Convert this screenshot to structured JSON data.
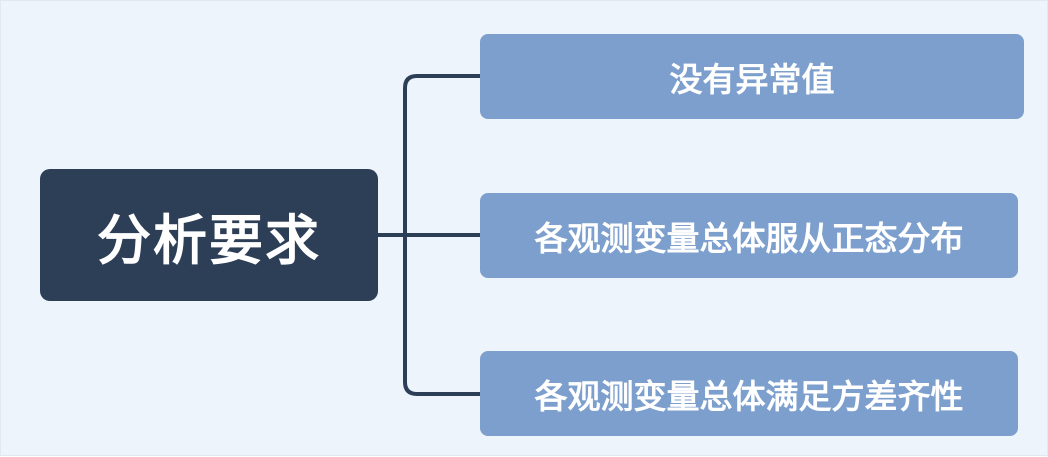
{
  "diagram": {
    "root": {
      "label": "分析要求",
      "color": "#2d3e57"
    },
    "children": [
      {
        "label": "没有异常值"
      },
      {
        "label": "各观测变量总体服从正态分布"
      },
      {
        "label": "各观测变量总体满足方差齐性"
      }
    ],
    "child_color": "#7c9fce",
    "connector_color": "#2d3e57",
    "background_color": "#eef4fb"
  }
}
